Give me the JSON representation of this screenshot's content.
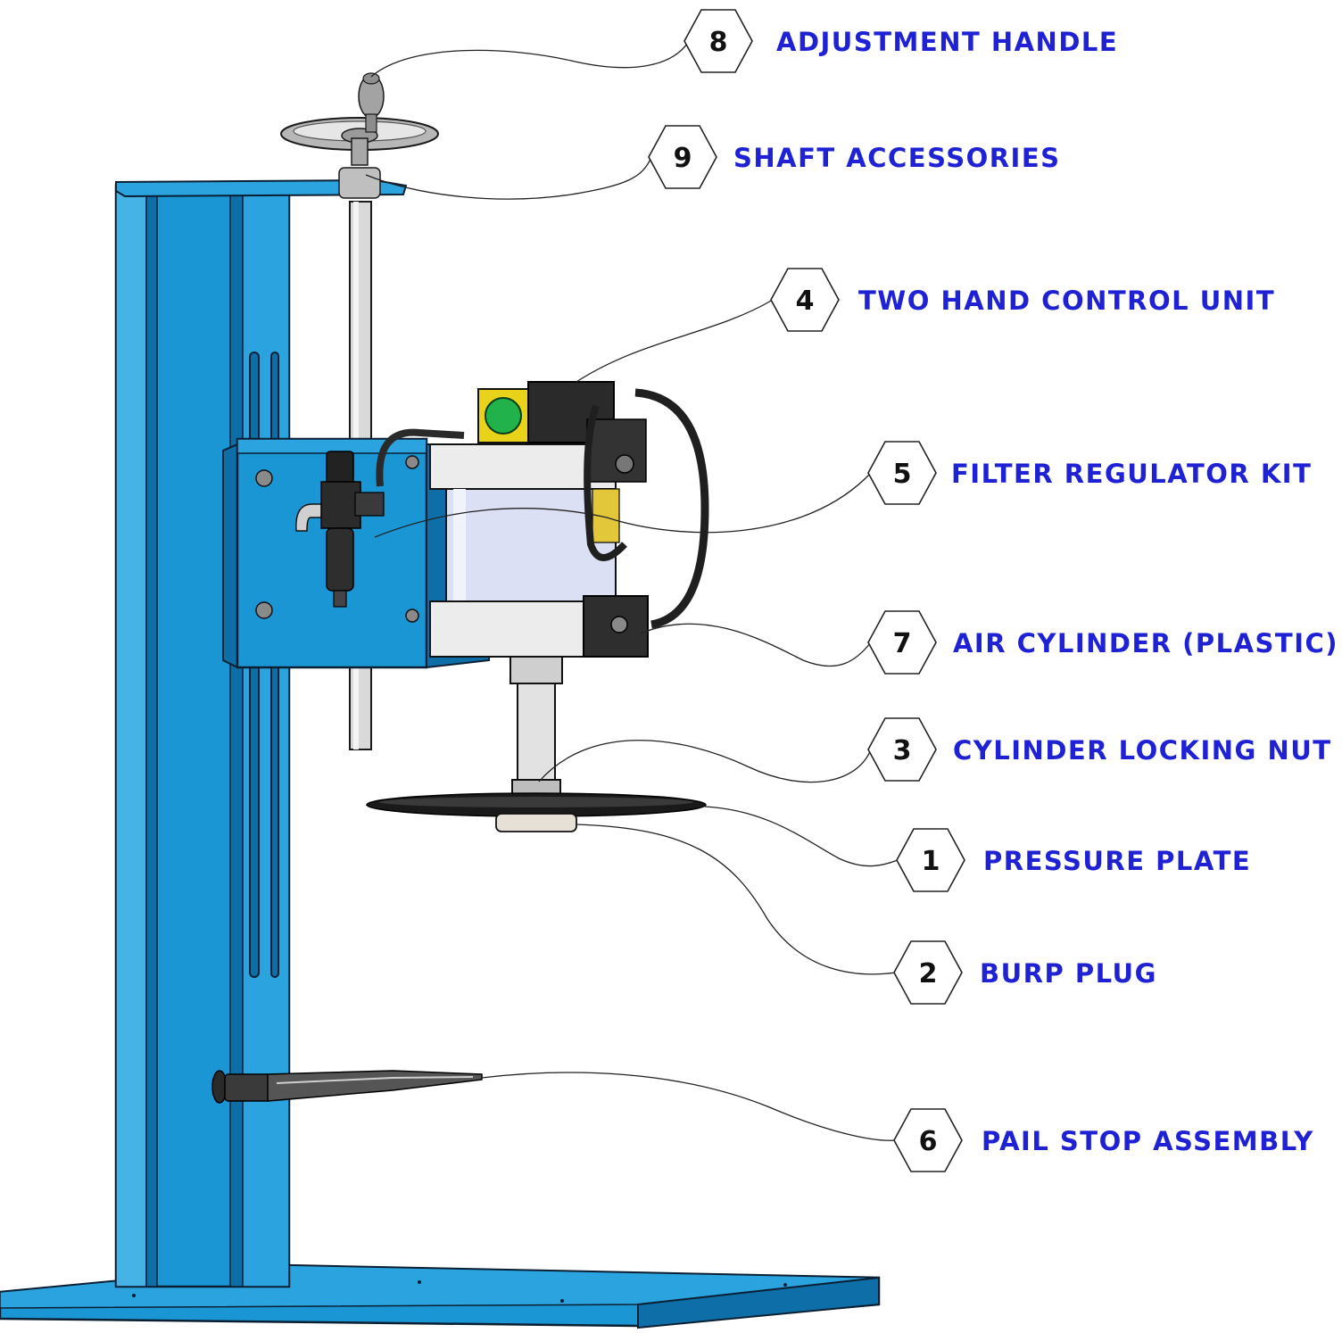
{
  "diagram": {
    "colors": {
      "frame_blue": "#1a96d4",
      "frame_dark": "#0e6fa8",
      "frame_light": "#45b3e6",
      "label_blue": "#1e22d4",
      "plate_black": "#1a1a1a",
      "cylinder_glass": "#dbe0f4",
      "button_green": "#22b24c",
      "button_yellow": "#e8d21a"
    },
    "callouts": [
      {
        "number": "8",
        "label": "ADJUSTMENT HANDLE"
      },
      {
        "number": "9",
        "label": "SHAFT ACCESSORIES"
      },
      {
        "number": "4",
        "label": "TWO HAND CONTROL UNIT"
      },
      {
        "number": "5",
        "label": "FILTER REGULATOR KIT"
      },
      {
        "number": "7",
        "label": "AIR CYLINDER (PLASTIC)"
      },
      {
        "number": "3",
        "label": "CYLINDER LOCKING NUT"
      },
      {
        "number": "1",
        "label": "PRESSURE PLATE"
      },
      {
        "number": "2",
        "label": "BURP PLUG"
      },
      {
        "number": "6",
        "label": "PAIL STOP ASSEMBLY"
      }
    ]
  }
}
